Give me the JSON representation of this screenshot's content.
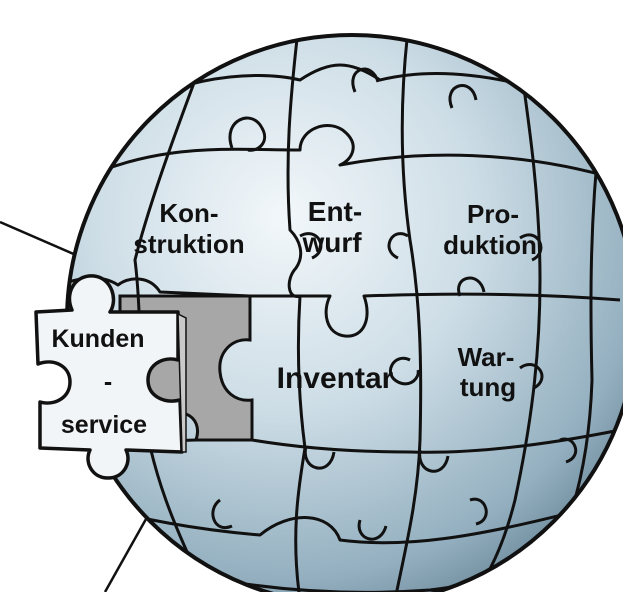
{
  "pieces": {
    "konstruktion": {
      "line1": "Kon-",
      "line2": "struktion"
    },
    "entwurf": {
      "line1": "Ent-",
      "line2": "wurf"
    },
    "produktion": {
      "line1": "Pro-",
      "line2": "duktion"
    },
    "inventar": {
      "line1": "Inventar"
    },
    "wartung": {
      "line1": "War-",
      "line2": "tung"
    },
    "kundenservice": {
      "line1": "Kunden",
      "line2": "-",
      "line3": "service"
    }
  },
  "colors": {
    "sphere_light": "#e4eef4",
    "sphere_mid": "#b9cfdb",
    "sphere_dark": "#7f9aaa",
    "missing_slot": "#a9a9a9",
    "outline": "#111111"
  },
  "icons": [
    "puzzle-globe",
    "loose-puzzle-piece"
  ]
}
